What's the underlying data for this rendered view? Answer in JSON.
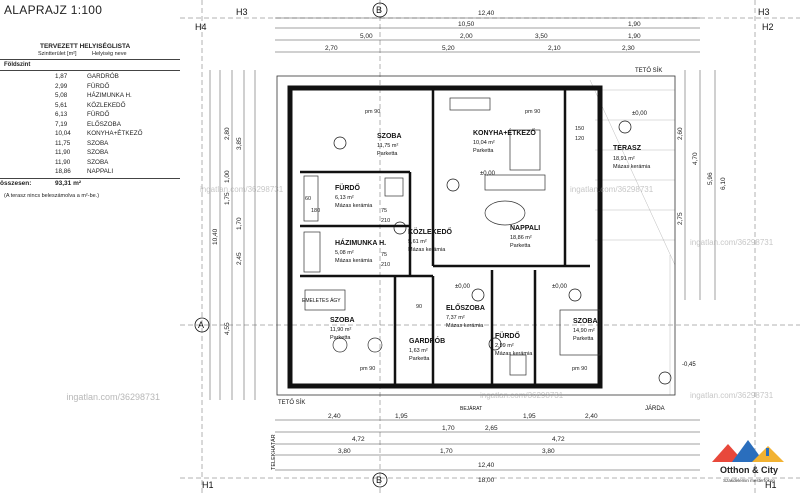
{
  "sheet": {
    "title": "ALAPRAJZ 1:100",
    "watermark": "ingatlan.com/36298731"
  },
  "schedule": {
    "title": "TERVEZETT HELYISÉGLISTA",
    "col_area": "Szintterület [m²]",
    "col_name": "Helyiség neve",
    "floor": "Földszint",
    "rows": [
      {
        "area": "1,87",
        "name": "GARDRÓB"
      },
      {
        "area": "2,99",
        "name": "FÜRDŐ"
      },
      {
        "area": "5,08",
        "name": "HÁZIMUNKA H."
      },
      {
        "area": "5,61",
        "name": "KÖZLEKEDŐ"
      },
      {
        "area": "6,13",
        "name": "FÜRDŐ"
      },
      {
        "area": "7,19",
        "name": "ELŐSZOBA"
      },
      {
        "area": "10,04",
        "name": "KONYHA+ÉTKEZŐ"
      },
      {
        "area": "11,75",
        "name": "SZOBA"
      },
      {
        "area": "11,90",
        "name": "SZOBA"
      },
      {
        "area": "11,90",
        "name": "SZOBA"
      },
      {
        "area": "18,86",
        "name": "NAPPALI"
      }
    ],
    "total_label": "összesen:",
    "total_value": "93,31 m²",
    "note": "(A terasz nincs beleszámolva a m²-be.)"
  },
  "plan": {
    "rooms": [
      {
        "name": "SZOBA",
        "area": "11,75 m²",
        "floor": "Parketta"
      },
      {
        "name": "KONYHA+ÉTKEZŐ",
        "area": "10,04 m²",
        "floor": "Parketta"
      },
      {
        "name": "TERASZ",
        "area": "18,91 m²",
        "floor": "Mázas kerámia"
      },
      {
        "name": "FÜRDŐ",
        "area": "6,13 m²",
        "floor": "Mázas kerámia"
      },
      {
        "name": "HÁZIMUNKA H.",
        "area": "5,08 m²",
        "floor": "Mázas kerámia"
      },
      {
        "name": "KÖZLEKEDŐ",
        "area": "5,61 m²",
        "floor": "Mázas kerámia"
      },
      {
        "name": "NAPPALI",
        "area": "18,86 m²",
        "floor": "Parketta"
      },
      {
        "name": "SZOBA",
        "area": "11,90 m²",
        "floor": "Parketta"
      },
      {
        "name": "ELŐSZOBA",
        "area": "7,37 m²",
        "floor": "Mázas kerámia"
      },
      {
        "name": "GARDRÓB",
        "area": "1,63 m²",
        "floor": "Parketta"
      },
      {
        "name": "FÜRDŐ",
        "area": "2,99 m²",
        "floor": "Mázas kerámia"
      },
      {
        "name": "SZOBA",
        "area": "14,90 m²",
        "floor": "Parketta"
      }
    ],
    "levels": {
      "zero": "±0,00",
      "minus": "-0,45"
    },
    "labels": {
      "teto_sik": "TETŐ SÍK",
      "emeletes_agy": "EMELETES ÁGY",
      "bejarat": "BEJÁRAT",
      "jarda": "JÁRDA",
      "telekhatar": "TELEKHATÁR"
    },
    "axes": {
      "a": "A",
      "b": "B",
      "h1": "H1",
      "h2": "H2",
      "h3": "H3",
      "h4": "H4"
    },
    "dims_top": [
      "12,40",
      "10,50",
      "1,90",
      "5,00",
      "2,00",
      "3,50",
      "1,90",
      "2,70",
      "5,20",
      "2,10",
      "2,30"
    ],
    "dims_bottom": [
      "2,40",
      "1,95",
      "1,70",
      "2,65",
      "1,95",
      "2,40",
      "4,72",
      "4,72",
      "3,80",
      "1,70",
      "3,80",
      "12,40",
      "18,00"
    ],
    "dims_left": [
      "10,40",
      "4,55",
      "2,80",
      "3,85",
      "1,70",
      "2,45",
      "1,75",
      "1,00"
    ],
    "dims_right": [
      "6,10",
      "5,96",
      "4,70",
      "2,60",
      "2,75"
    ],
    "door_codes": [
      "pm 90",
      "90",
      "75",
      "210",
      "60",
      "180",
      "150",
      "120"
    ]
  },
  "logo": {
    "name": "Otthon & City",
    "tagline": "Szakdelemin mesterfokon"
  }
}
